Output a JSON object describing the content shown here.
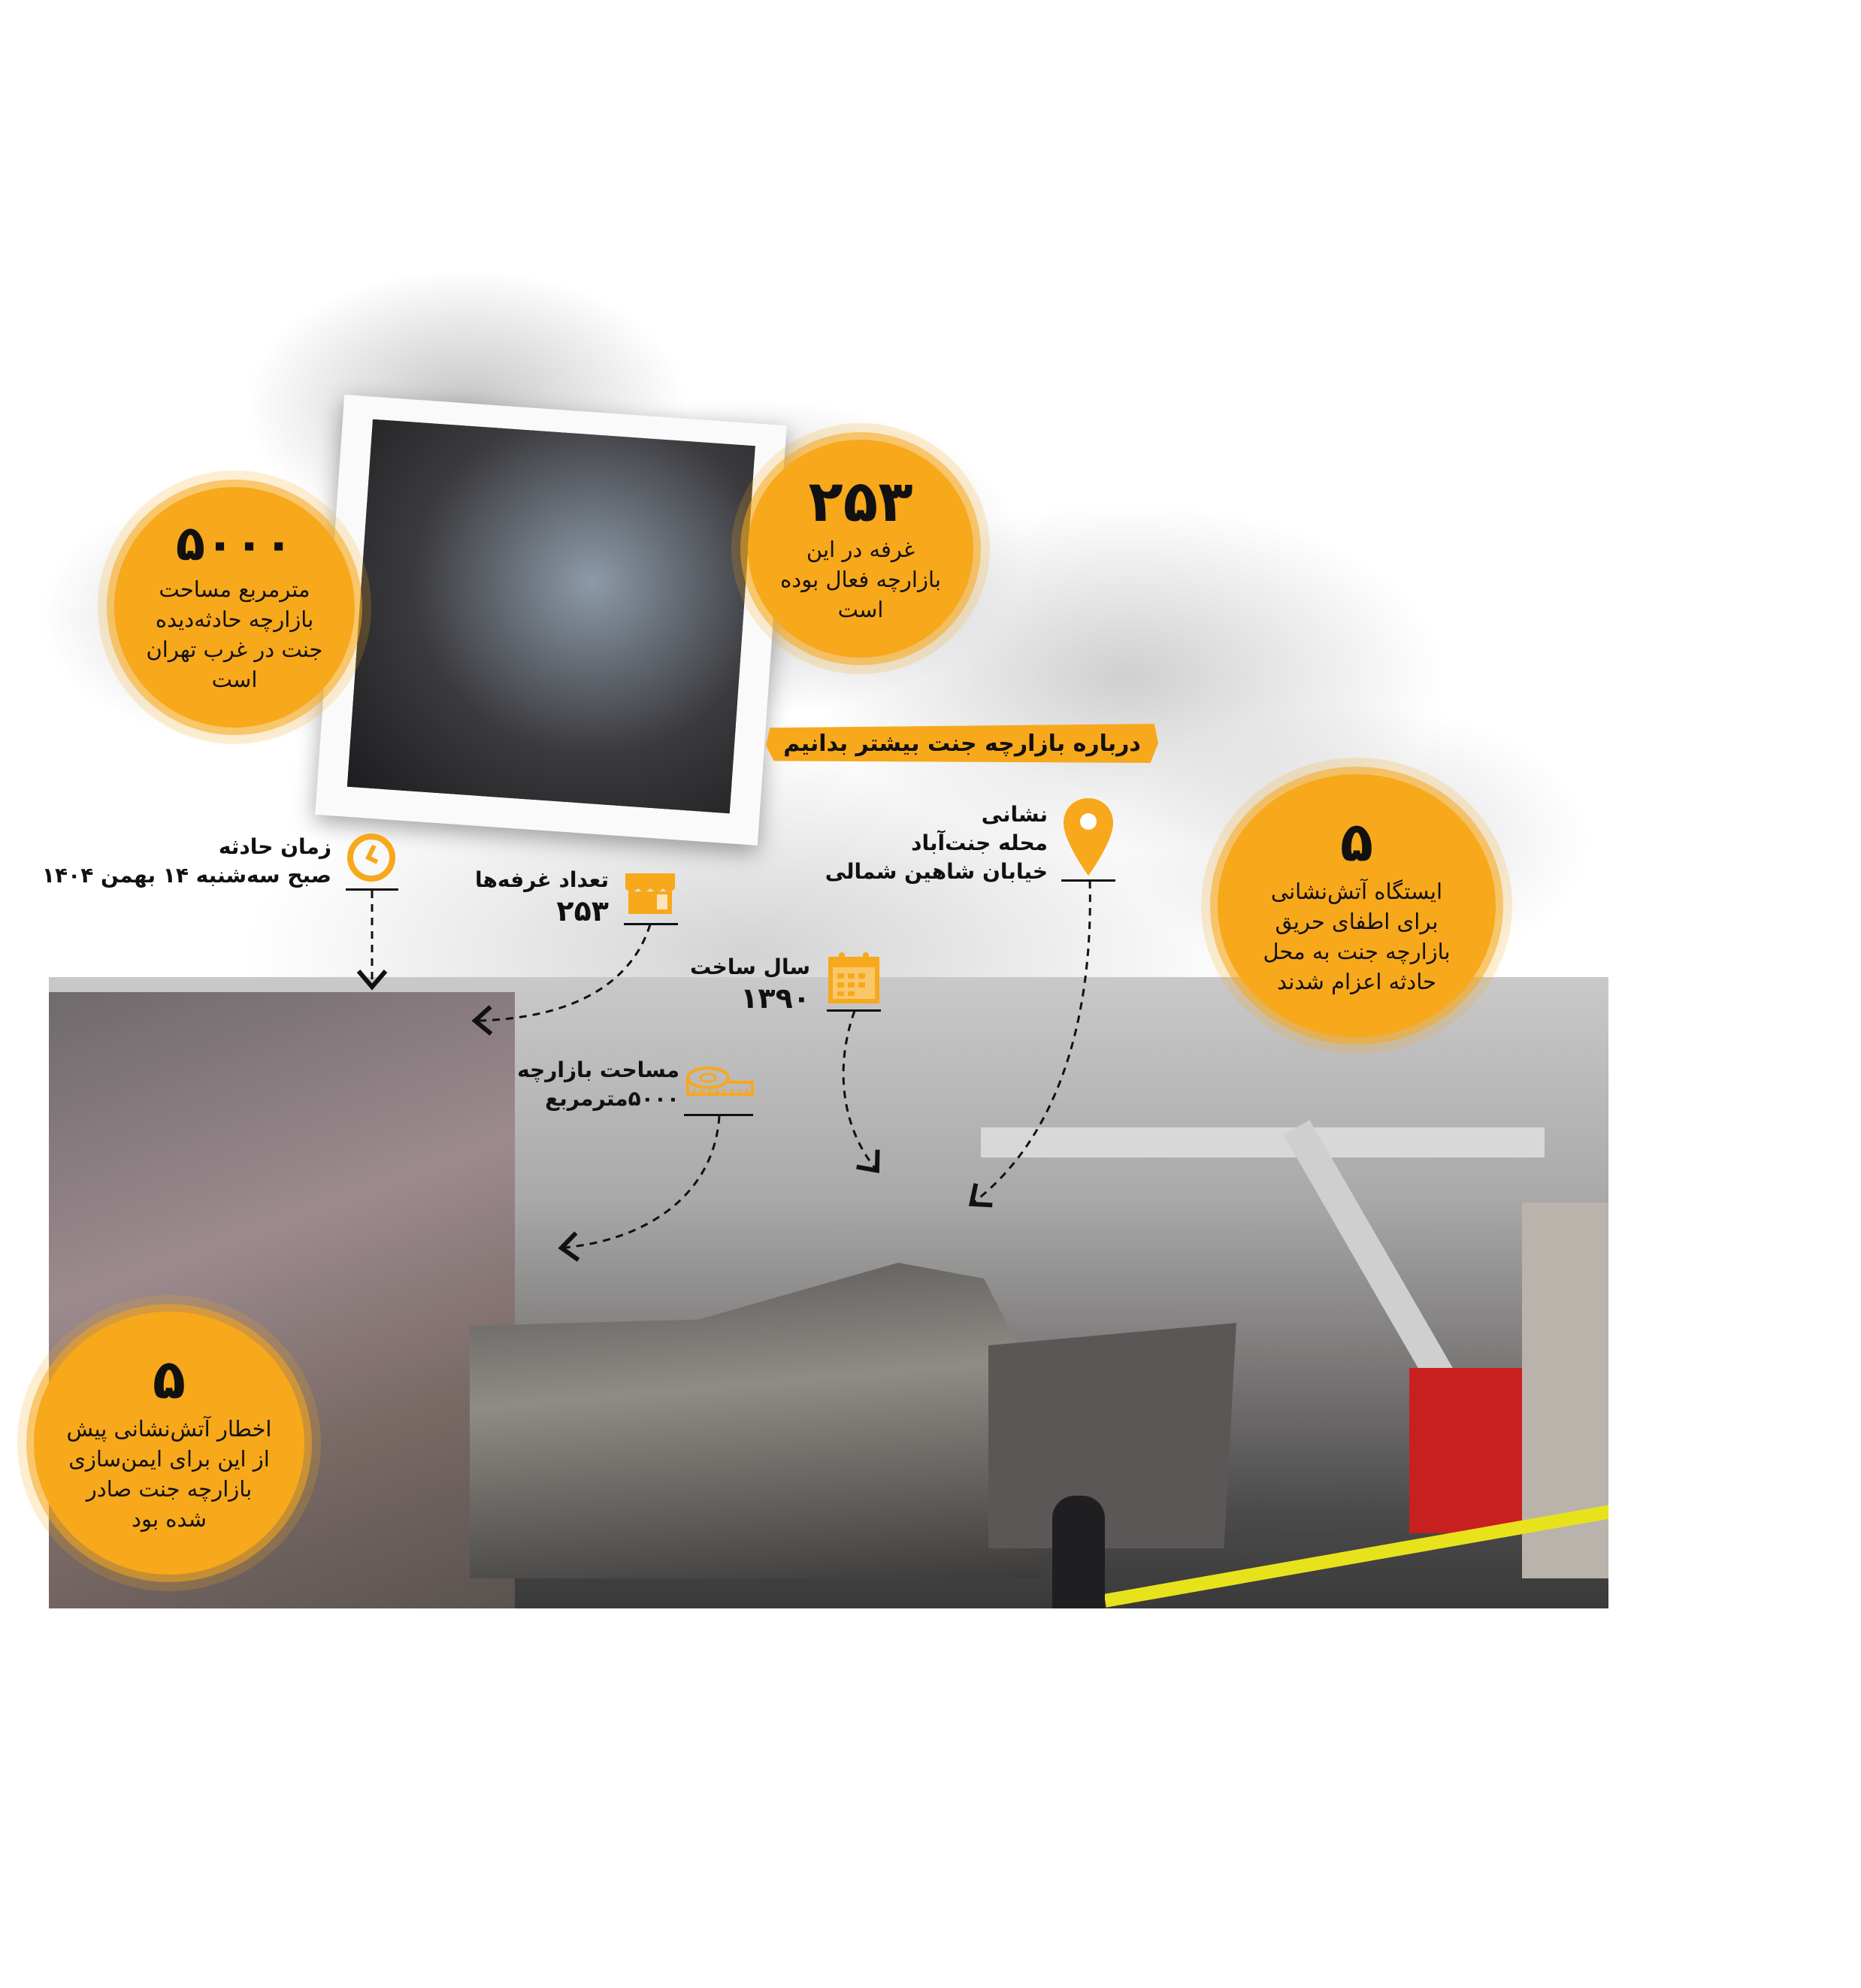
{
  "colors": {
    "accent": "#f7a81b",
    "text": "#111111"
  },
  "title_banner": "درباره بازارچه جنت بیشتر بدانیم",
  "circles": [
    {
      "number": "۵۰۰۰",
      "text": "مترمربع مساحت بازارچه حادثه‌دیده جنت در غرب تهران است"
    },
    {
      "number": "۲۵۳",
      "text": "غرفه در این بازارچه فعال بوده است"
    },
    {
      "number": "۵",
      "text": "ایستگاه آتش‌نشانی برای اطفای حریق بازارچه جنت به محل حادثه اعزام شدند"
    },
    {
      "number": "۵",
      "text": "اخطار آتش‌نشانی پیش از این برای ایمن‌سازی بازارچه جنت صادر شده بود"
    }
  ],
  "facts": {
    "address": {
      "label": "نشانی",
      "line1": "محله جنت‌آباد",
      "line2": "خیابان شاهین شمالی",
      "icon": "location-pin-icon"
    },
    "time": {
      "label": "زمان حادثه",
      "value": "صبح سه‌شنبه ۱۴ بهمن ۱۴۰۴",
      "icon": "clock-icon"
    },
    "booths": {
      "label": "تعداد غرفه‌ها",
      "value": "۲۵۳",
      "icon": "shop-icon"
    },
    "year": {
      "label": "سال ساخت",
      "value": "۱۳۹۰",
      "icon": "calendar-icon"
    },
    "area": {
      "label": "مساحت بازارچه",
      "value": "۵۰۰۰مترمربع",
      "icon": "measuring-tape-icon"
    }
  }
}
